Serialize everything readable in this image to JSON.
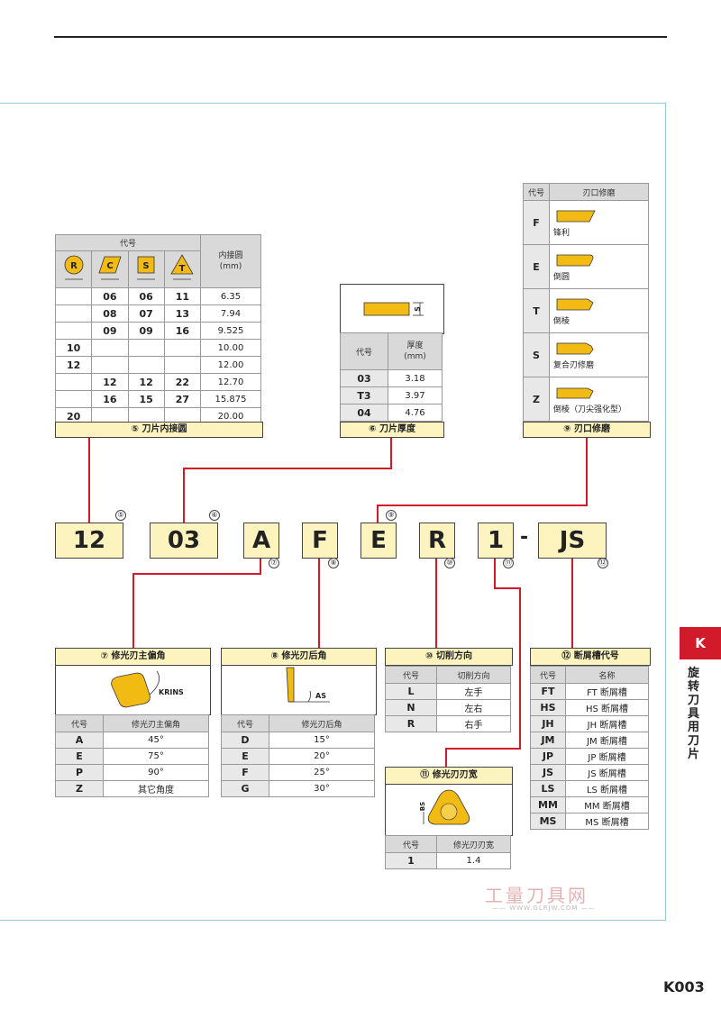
{
  "page_number": "K003",
  "side_tab": {
    "letter": "K",
    "title": "旋转刀具用刀片"
  },
  "watermark": {
    "main": "工量刀具网",
    "sub": "—— WWW.GLRJW.COM ——"
  },
  "code_boxes": [
    {
      "value": "12",
      "num": "⑤"
    },
    {
      "value": "03",
      "num": "⑥"
    },
    {
      "value": "A",
      "num": "⑦"
    },
    {
      "value": "F",
      "num": "⑧"
    },
    {
      "value": "E",
      "num": "⑨"
    },
    {
      "value": "R",
      "num": "⑩"
    },
    {
      "value": "1",
      "num": "⑪"
    },
    {
      "value": "JS",
      "num": "⑫"
    }
  ],
  "dash": "-",
  "circle_table": {
    "header_code": "代号",
    "header_dia": "内接圆\n(mm)",
    "shapes": [
      "R",
      "C",
      "S",
      "T"
    ],
    "rows": [
      [
        "",
        "06",
        "06",
        "11",
        "6.35"
      ],
      [
        "",
        "08",
        "07",
        "13",
        "7.94"
      ],
      [
        "",
        "09",
        "09",
        "16",
        "9.525"
      ],
      [
        "10",
        "",
        "",
        "",
        "10.00"
      ],
      [
        "12",
        "",
        "",
        "",
        "12.00"
      ],
      [
        "",
        "12",
        "12",
        "22",
        "12.70"
      ],
      [
        "",
        "16",
        "15",
        "27",
        "15.875"
      ],
      [
        "20",
        "",
        "",
        "",
        "20.00"
      ]
    ],
    "caption": "⑤ 刀片内接圆"
  },
  "thickness_table": {
    "s_label": "S",
    "header_code": "代号",
    "header_thk": "厚度\n(mm)",
    "rows": [
      [
        "03",
        "3.18"
      ],
      [
        "T3",
        "3.97"
      ],
      [
        "04",
        "4.76"
      ]
    ],
    "caption": "⑥ 刀片厚度"
  },
  "edge_table": {
    "header_code": "代号",
    "header_name": "刃口修磨",
    "rows": [
      {
        "code": "F",
        "name": "锋利"
      },
      {
        "code": "E",
        "name": "倒圆"
      },
      {
        "code": "T",
        "name": "倒棱"
      },
      {
        "code": "S",
        "name": "复合刃修磨"
      },
      {
        "code": "Z",
        "name": "倒棱（刀尖强化型）"
      }
    ],
    "caption": "⑨ 刃口修磨"
  },
  "krins_table": {
    "title": "⑦ 修光刃主偏角",
    "fig_label": "KRINS",
    "header_code": "代号",
    "header_val": "修光刃主偏角",
    "rows": [
      [
        "A",
        "45°"
      ],
      [
        "E",
        "75°"
      ],
      [
        "P",
        "90°"
      ],
      [
        "Z",
        "其它角度"
      ]
    ]
  },
  "as_table": {
    "title": "⑧ 修光刃后角",
    "fig_label": "AS",
    "header_code": "代号",
    "header_val": "修光刃后角",
    "rows": [
      [
        "D",
        "15°"
      ],
      [
        "E",
        "20°"
      ],
      [
        "F",
        "25°"
      ],
      [
        "G",
        "30°"
      ]
    ]
  },
  "dir_table": {
    "title": "⑩ 切削方向",
    "header_code": "代号",
    "header_val": "切削方向",
    "rows": [
      [
        "L",
        "左手"
      ],
      [
        "N",
        "左右"
      ],
      [
        "R",
        "右手"
      ]
    ]
  },
  "bs_table": {
    "title": "⑪ 修光刃刃宽",
    "fig_label": "BS",
    "header_code": "代号",
    "header_val": "修光刃刃宽",
    "rows": [
      [
        "1",
        "1.4"
      ]
    ]
  },
  "chip_table": {
    "title": "⑫ 断屑槽代号",
    "header_code": "代号",
    "header_val": "名称",
    "rows": [
      [
        "FT",
        "FT 断屑槽"
      ],
      [
        "HS",
        "HS 断屑槽"
      ],
      [
        "JH",
        "JH 断屑槽"
      ],
      [
        "JM",
        "JM 断屑槽"
      ],
      [
        "JP",
        "JP 断屑槽"
      ],
      [
        "JS",
        "JS 断屑槽"
      ],
      [
        "LS",
        "LS 断屑槽"
      ],
      [
        "MM",
        "MM 断屑槽"
      ],
      [
        "MS",
        "MS 断屑槽"
      ]
    ]
  }
}
